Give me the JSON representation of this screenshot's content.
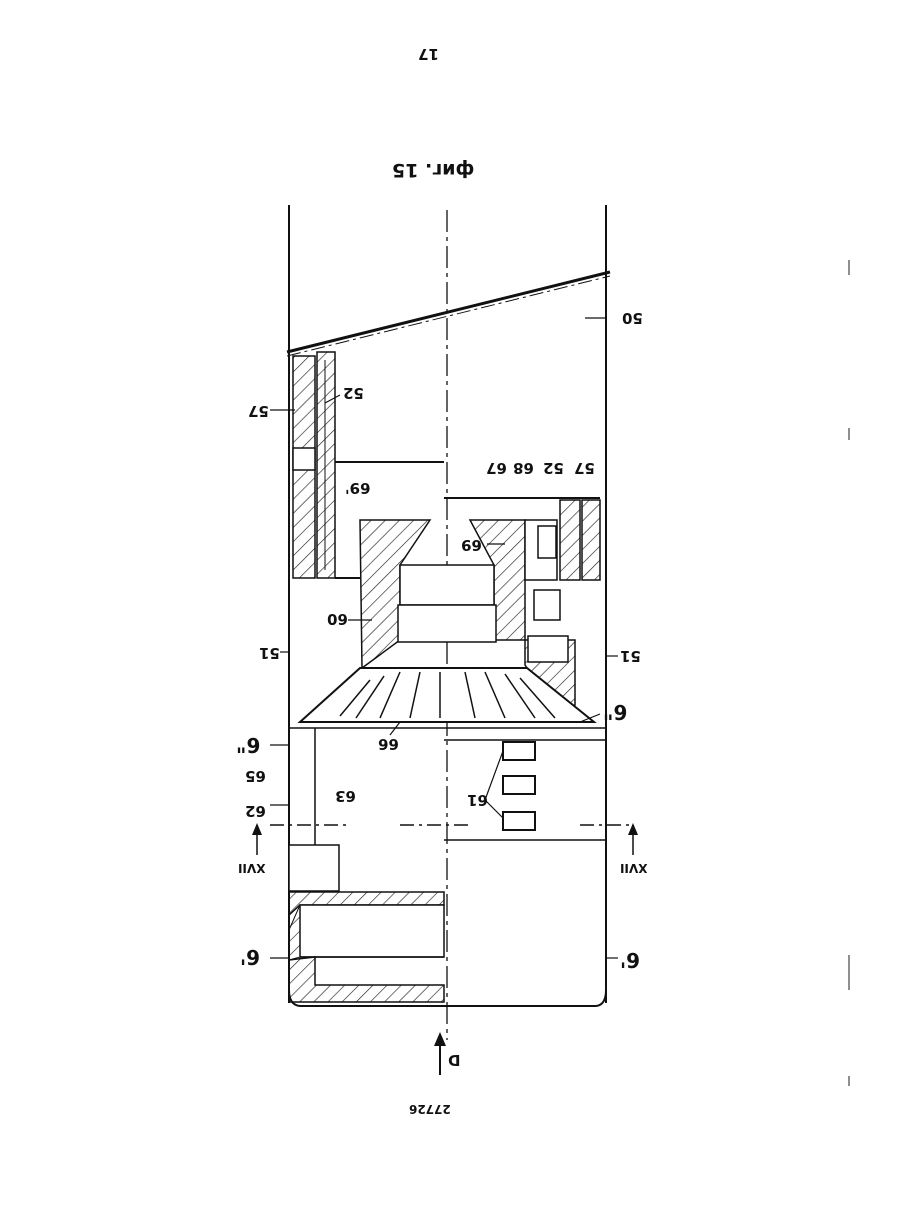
{
  "header": {
    "page_number": "17",
    "figure_caption": "фиг. 15"
  },
  "footer": {
    "document_number": "27726"
  },
  "view_arrow": {
    "label": "D"
  },
  "section_marks": {
    "left": "XVII",
    "right": "XVII"
  },
  "labels": {
    "l50": "50",
    "l52a": "52",
    "l57a": "57",
    "l69p": "69'",
    "l67": "67",
    "l68": "68",
    "l52b": "52",
    "l57b": "57",
    "l69": "69",
    "l60": "60",
    "l51a": "51",
    "l51b": "51",
    "l6a": "6\"",
    "l6b": "6\"",
    "l66": "66",
    "l65": "65",
    "l62": "62",
    "l63": "63",
    "l61": "61",
    "l6c": "6'",
    "l6d": "6'"
  }
}
